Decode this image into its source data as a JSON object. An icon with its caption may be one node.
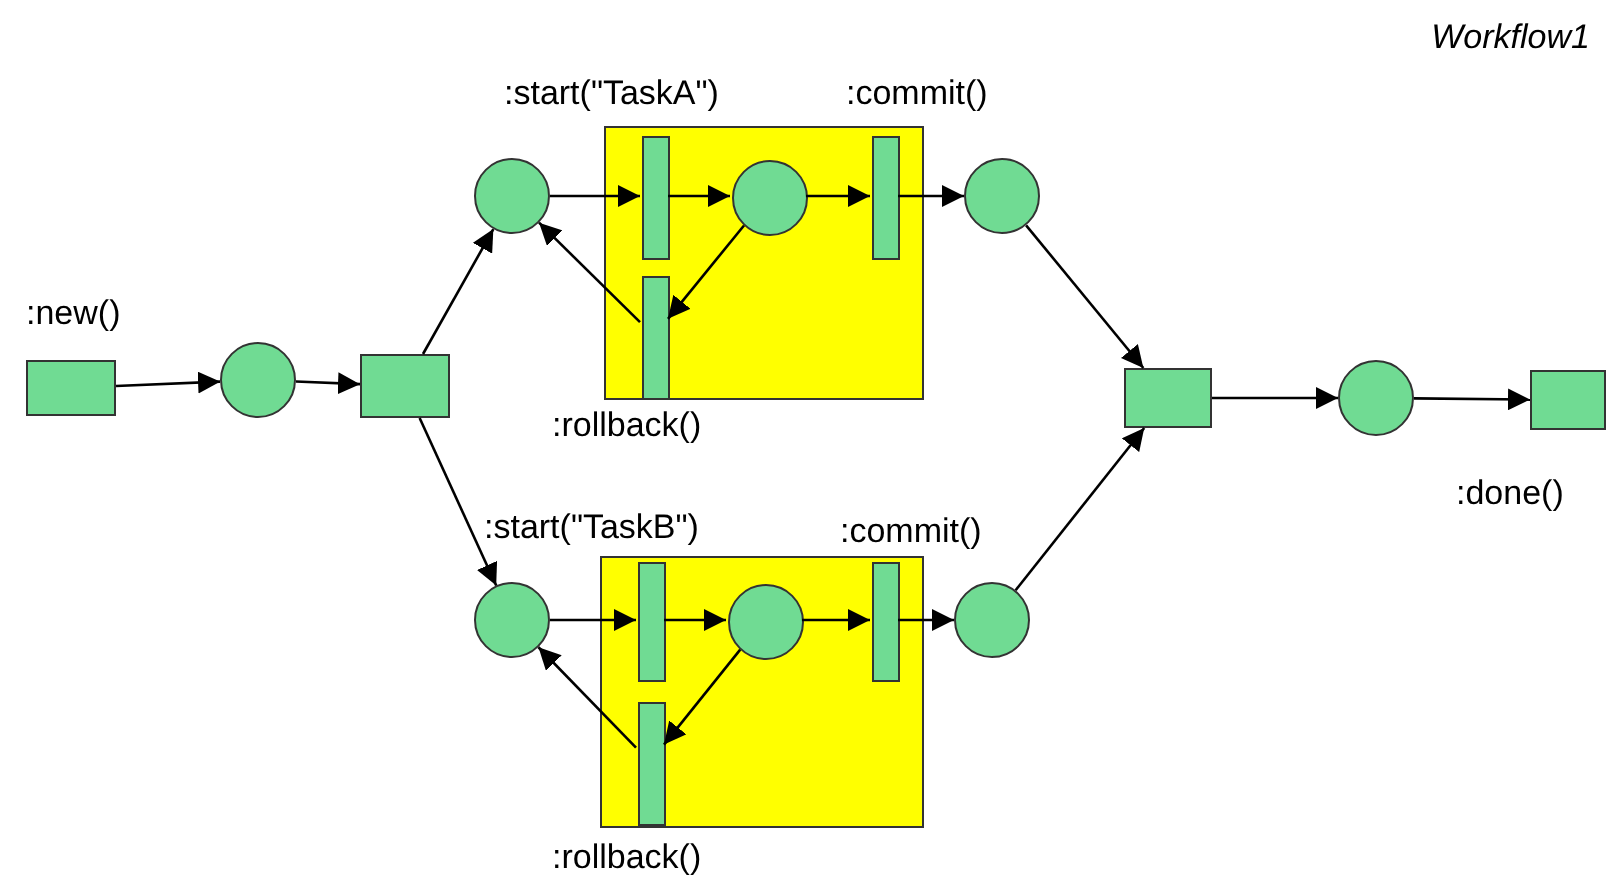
{
  "diagram": {
    "title": "Workflow1",
    "nodes": [
      {
        "text": [],
        "shape": "box",
        "beside": [
          ":new()"
        ]
      },
      {
        "text": [],
        "shape": "circle"
      },
      {
        "text": [],
        "shape": "box"
      },
      {
        "text": [],
        "shape": "circle"
      },
      {
        "text": [],
        "shape": "box"
      },
      {
        "text": [],
        "shape": "bar",
        "in": 4,
        "beside": [
          ":start(\"TaskA\")"
        ]
      },
      {
        "text": [],
        "shape": "circle",
        "in": 4
      },
      {
        "text": [],
        "shape": "bar",
        "in": 4,
        "beside": [
          ":commit()"
        ]
      },
      {
        "text": [],
        "shape": "bar",
        "in": 4,
        "beside": [
          ":rollback()"
        ]
      },
      {
        "text": [],
        "shape": "circle"
      },
      {
        "text": [],
        "shape": "box"
      },
      {
        "text": [],
        "shape": "circle"
      },
      {
        "text": [],
        "shape": "bar",
        "in": 10,
        "beside": [
          ":start(\"TaskB\")"
        ]
      },
      {
        "text": [],
        "shape": "circle",
        "in": 10
      },
      {
        "text": [],
        "shape": "bar",
        "in": 10,
        "beside": [
          ":commit()"
        ]
      },
      {
        "text": [],
        "shape": "bar",
        "in": 10,
        "beside": [
          ":rollback()"
        ]
      },
      {
        "text": [],
        "shape": "circle"
      },
      {
        "text": [],
        "shape": "box"
      },
      {
        "text": [],
        "shape": "circle"
      },
      {
        "text": [],
        "shape": "box",
        "beside": [
          ":done()"
        ]
      }
    ],
    "edges": [
      {
        "from": 0,
        "to": 1,
        "arrow": "to"
      },
      {
        "from": 1,
        "to": 2,
        "arrow": "to"
      },
      {
        "from": 2,
        "to": 3,
        "arrow": "to"
      },
      {
        "from": 2,
        "to": 11,
        "arrow": "to"
      },
      {
        "from": 3,
        "to": 5,
        "arrow": "to"
      },
      {
        "from": 5,
        "to": 6,
        "arrow": "to"
      },
      {
        "from": 6,
        "to": 7,
        "arrow": "to"
      },
      {
        "from": 7,
        "to": 9,
        "arrow": "to"
      },
      {
        "from": 6,
        "to": 8,
        "arrow": "to"
      },
      {
        "from": 8,
        "to": 3,
        "arrow": "to"
      },
      {
        "from": 9,
        "to": 17,
        "arrow": "to"
      },
      {
        "from": 11,
        "to": 12,
        "arrow": "to"
      },
      {
        "from": 12,
        "to": 13,
        "arrow": "to"
      },
      {
        "from": 13,
        "to": 14,
        "arrow": "to"
      },
      {
        "from": 14,
        "to": 16,
        "arrow": "to"
      },
      {
        "from": 13,
        "to": 15,
        "arrow": "to"
      },
      {
        "from": 15,
        "to": 11,
        "arrow": "to"
      },
      {
        "from": 16,
        "to": 17,
        "arrow": "to"
      },
      {
        "from": 17,
        "to": 18,
        "arrow": "to"
      },
      {
        "from": 18,
        "to": 19,
        "arrow": "to"
      }
    ]
  }
}
